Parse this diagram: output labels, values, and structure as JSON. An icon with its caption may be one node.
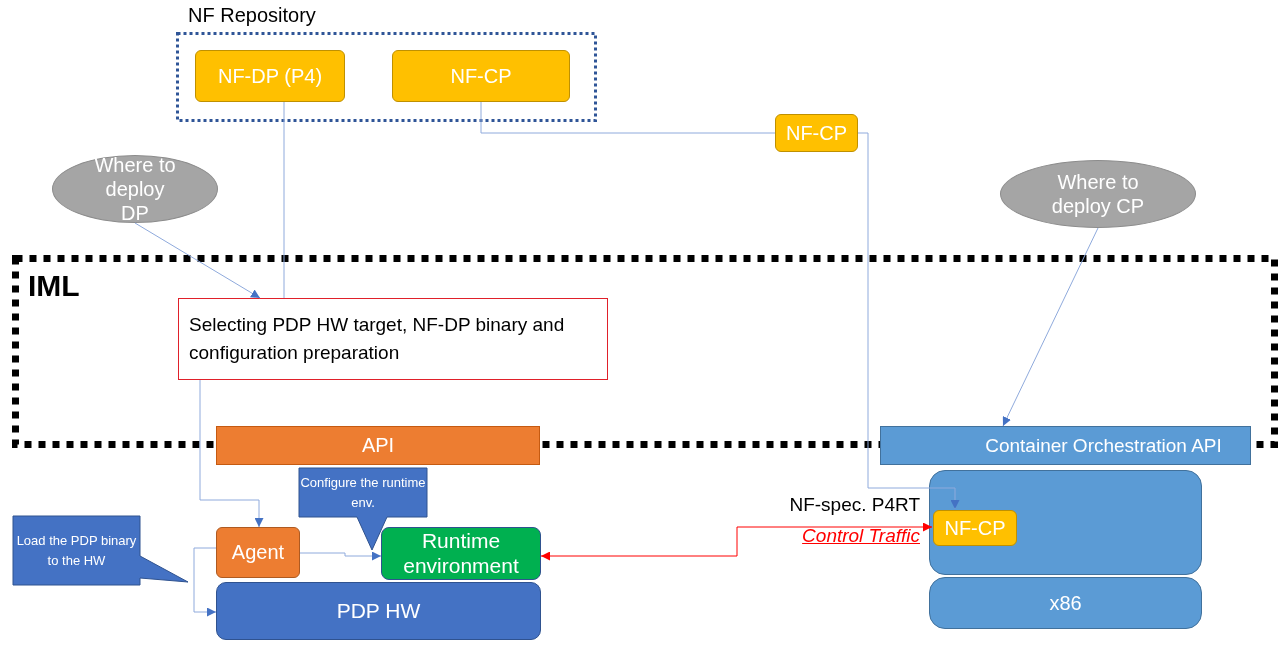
{
  "diagram": {
    "nodes": [
      {
        "text": [
          "NF Repository"
        ]
      },
      {
        "text": [
          "NF-DP (P4)"
        ],
        "in": 0
      },
      {
        "text": [
          "NF-CP"
        ],
        "in": 0
      },
      {
        "text": [
          "Where to deploy DP"
        ]
      },
      {
        "text": [
          "NF-CP"
        ]
      },
      {
        "text": [
          "Where to deploy CP"
        ]
      },
      {
        "text": [
          "IML"
        ]
      },
      {
        "text": [
          "Selecting PDP HW target, NF-DP binary and configuration preparation"
        ],
        "in": 6
      },
      {
        "text": [
          "API"
        ]
      },
      {
        "text": [
          "Container Orchestration API"
        ]
      },
      {
        "text": [
          "Configure the runtime env."
        ]
      },
      {
        "text": [
          "Load the PDP binary to the HW"
        ]
      },
      {
        "text": [
          "Agent"
        ]
      },
      {
        "text": [
          "Runtime environment"
        ]
      },
      {
        "text": [
          "PDP HW"
        ]
      },
      {
        "text": [],
        "shape": "box"
      },
      {
        "text": [
          "NF-CP"
        ],
        "in": 15
      },
      {
        "text": [
          "x86"
        ]
      }
    ],
    "edges": [
      {
        "from": 1,
        "to": 7,
        "arrow": "none"
      },
      {
        "from": 3,
        "to": 7,
        "arrow": "to"
      },
      {
        "from": 2,
        "to": 4,
        "arrow": "none"
      },
      {
        "from": 4,
        "to": 16,
        "arrow": "to"
      },
      {
        "from": 5,
        "to": 9,
        "arrow": "to"
      },
      {
        "from": 7,
        "to": 12,
        "arrow": "to"
      },
      {
        "from": 12,
        "to": 13,
        "arrow": "to"
      },
      {
        "from": 12,
        "to": 14,
        "arrow": "to"
      },
      {
        "from": 13,
        "to": 16,
        "arrow": "both",
        "color": "#ff0000",
        "label": "NF-spec. P4RT *Control Traffic*"
      }
    ]
  }
}
